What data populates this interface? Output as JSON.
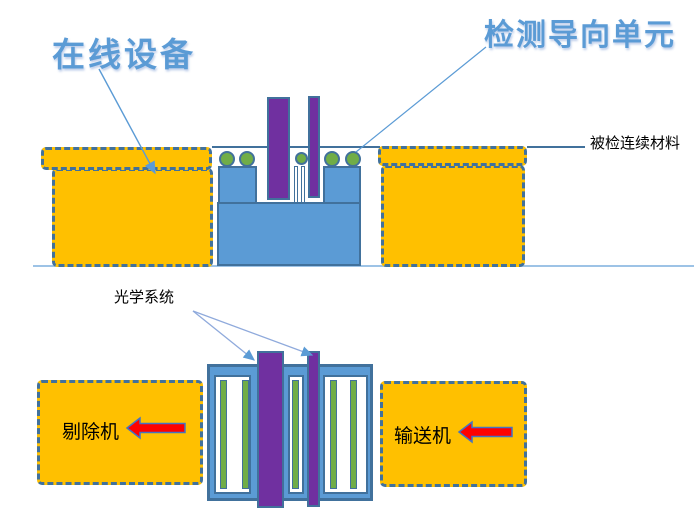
{
  "diagram": {
    "top_view": {
      "online_device_label": "在线设备",
      "detection_guide_unit_label": "检测导向单元",
      "inspected_material_label": "被检连续材料"
    },
    "bottom_view": {
      "optical_system_label": "光学系统",
      "rejector_label": "剔除机",
      "conveyor_label": "输送机"
    }
  },
  "colors": {
    "equipment_orange": "#FFC000",
    "machine_blue": "#5B9BD5",
    "outline_blue": "#41719C",
    "camera_purple": "#7030A0",
    "roller_green": "#70AD47",
    "arrow_red": "#FF0000",
    "arrow_red_outline": "#4472C4",
    "label_blue": "#5B9BD5",
    "text_black": "#000000",
    "ground_line": "#9DC3E6",
    "leader_line": "#5B9BD5"
  }
}
